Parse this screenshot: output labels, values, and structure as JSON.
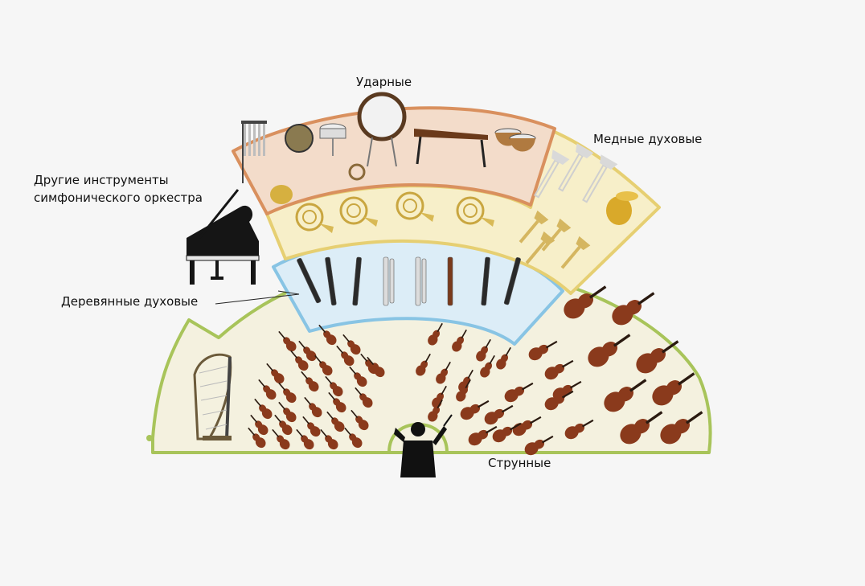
{
  "labels": {
    "percussion": "Ударные",
    "brass": "Медные духовые",
    "other": "Другие инструменты симфонического оркестра",
    "other_line1": "Другие инструменты",
    "other_line2": "симфонического оркестра",
    "woodwinds": "Деревянные духовые",
    "strings": "Струнные"
  },
  "colors": {
    "strings_fill": "#f4f1df",
    "strings_border": "#a8c45a",
    "brass_fill": "#f7efc9",
    "brass_border": "#e6cf72",
    "percussion_fill": "#f3dcca",
    "percussion_border": "#d9905e",
    "woodwinds_fill": "#dcedf7",
    "woodwinds_border": "#88c4e4",
    "instrument_wood": "#8a3a1c",
    "conductor": "#111111"
  },
  "icons": {
    "conductor": "conductor-silhouette-icon",
    "harp": "harp-icon",
    "piano": "grand-piano-icon",
    "string": "string-instrument-icon",
    "horn": "french-horn-icon",
    "trumpet": "trumpet-icon",
    "trombone": "trombone-icon",
    "tuba": "tuba-icon",
    "woodwind": "woodwind-instrument-icon",
    "drum": "drum-icon"
  }
}
